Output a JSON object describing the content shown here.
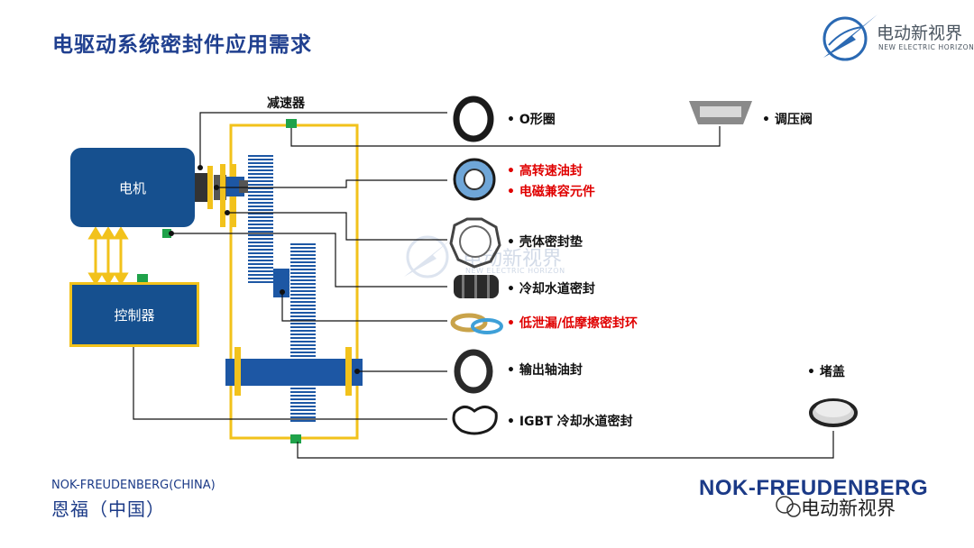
{
  "header": {
    "title": "电驱动系统密封件应用需求",
    "logo_cn": "电动新视界",
    "logo_en": "NEW ELECTRIC HORIZON"
  },
  "diagram": {
    "motor": "电机",
    "controller": "控制器",
    "reducer": "减速器",
    "parts": {
      "o_ring": "O形圈",
      "pressure_valve": "调压阀",
      "hs_oil_seal": "高转速油封",
      "emc_component": "电磁兼容元件",
      "housing_gasket": "壳体密封垫",
      "coolant_seal": "冷却水道密封",
      "low_leak_ring": "低泄漏/低摩擦密封环",
      "output_oil_seal": "输出轴油封",
      "igbt_seal": "IGBT 冷却水道密封",
      "plug_cap": "堵盖"
    },
    "highlight_color": "#e00000",
    "frame_color": "#f2c21b",
    "box_color": "#16508f",
    "watermark_cn": "电动新视界",
    "watermark_en": "NEW ELECTRIC HORIZON"
  },
  "footer": {
    "company_en": "NOK-FREUDENBERG(CHINA)",
    "company_cn": "恩福（中国）",
    "brand": "NOK-FREUDENBERG",
    "wechat_watermark": "电动新视界"
  }
}
